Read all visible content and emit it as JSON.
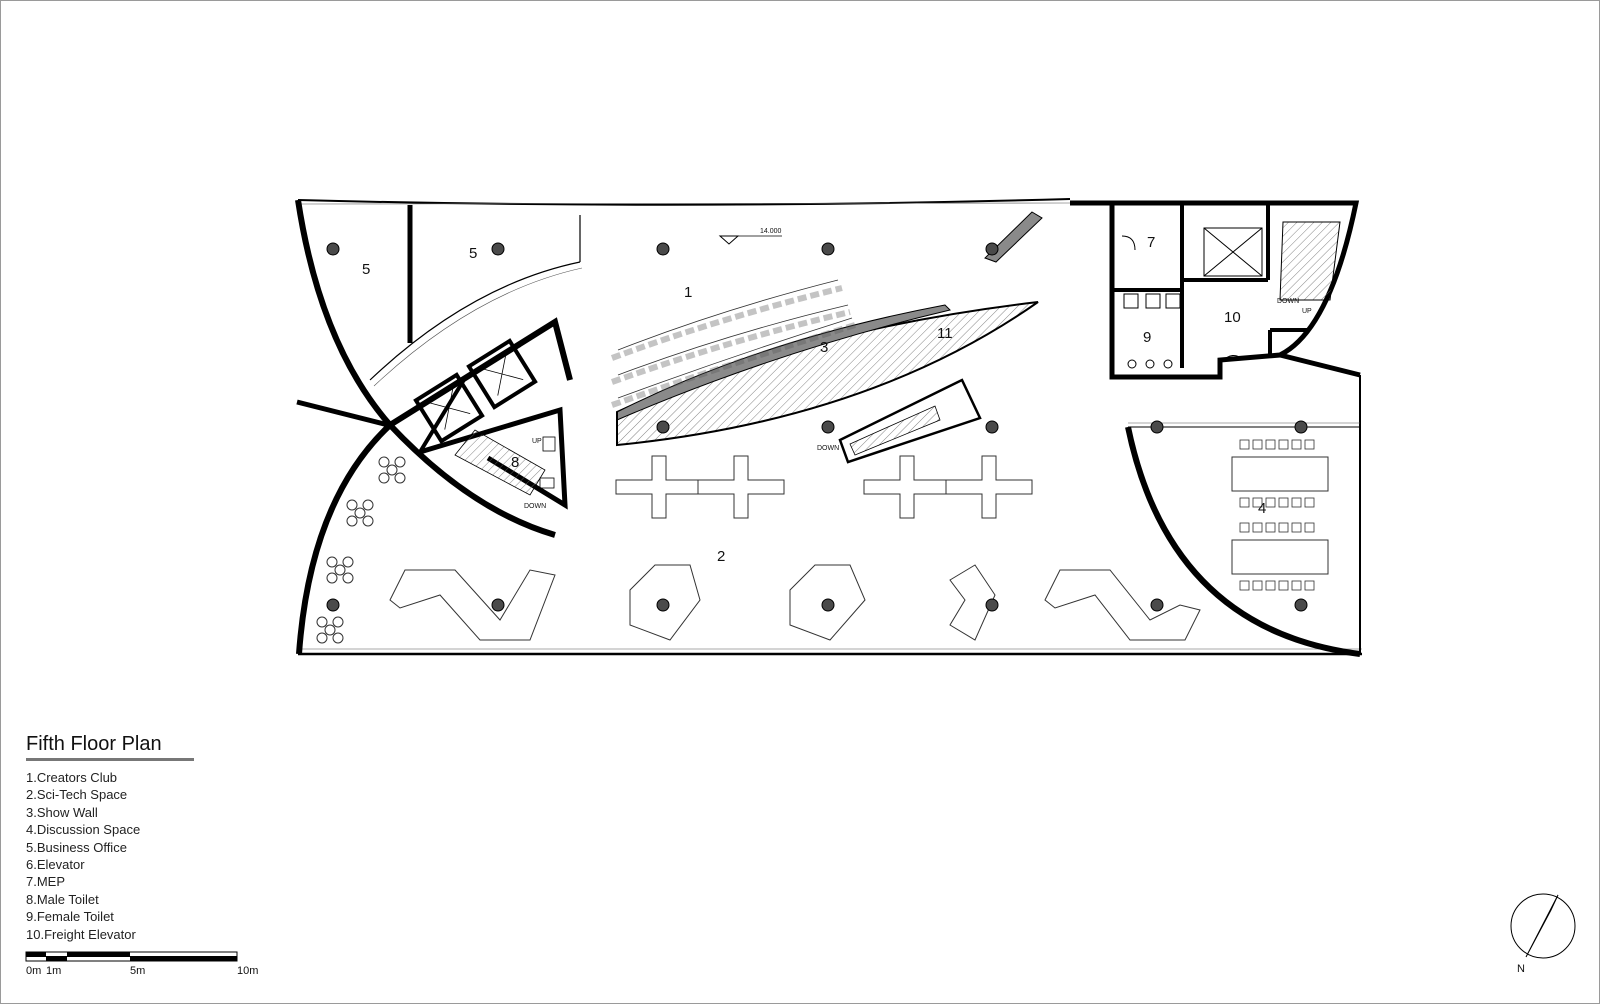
{
  "plan": {
    "title": "Fifth Floor Plan",
    "legend": [
      "1.Creators Club",
      "2.Sci-Tech Space",
      "3.Show Wall",
      "4.Discussion Space",
      "5.Business Office",
      "6.Elevator",
      "7.MEP",
      "8.Male Toilet",
      "9.Female Toilet",
      "10.Freight Elevator"
    ],
    "room_numbers": {
      "office_a": "5",
      "office_b": "5",
      "club": "1",
      "show_wall": "3",
      "room_11": "11",
      "sci_tech": "2",
      "discussion": "4",
      "mep": "7",
      "female_toilet": "9",
      "freight": "10",
      "male_toilet": "8"
    },
    "annotations": {
      "level": "14.000",
      "stair_down_left": "DOWN",
      "stair_up_left": "UP",
      "stair_down_center": "DOWN",
      "stair_down_right": "DOWN",
      "stair_up_right": "UP"
    },
    "scale_bar": {
      "labels": [
        "0m",
        "1m",
        "5m",
        "10m"
      ]
    },
    "north": "N",
    "colors": {
      "wall": "#000000",
      "column": "#4a4a4a",
      "hatch": "#555555",
      "band": "#8a8a8a",
      "frame": "#9a9a9a"
    }
  }
}
